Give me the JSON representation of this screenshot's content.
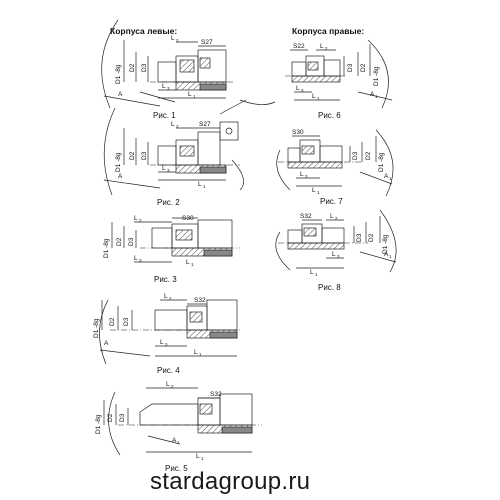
{
  "headers": {
    "left": "Корпуса левые:",
    "right": "Корпуса правые:"
  },
  "figures": [
    {
      "caption": "Рис. 1",
      "labels": [
        "L2",
        "S27",
        "D1 -8g",
        "D2",
        "D3",
        "L3",
        "L1",
        "A"
      ]
    },
    {
      "caption": "Рис. 2",
      "labels": [
        "L2",
        "S27",
        "D1 -8g",
        "D2",
        "D3",
        "L3",
        "L1",
        "A"
      ]
    },
    {
      "caption": "Рис. 3",
      "labels": [
        "L2",
        "S30",
        "D1 -8g",
        "D2",
        "D3",
        "L3",
        "L1"
      ]
    },
    {
      "caption": "Рис. 4",
      "labels": [
        "L2",
        "S32",
        "D1 -8g",
        "D2",
        "D3",
        "L3",
        "L1",
        "A"
      ]
    },
    {
      "caption": "Рис. 5",
      "labels": [
        "L2",
        "S32",
        "D1 -8g",
        "D2",
        "D3",
        "A1",
        "L1"
      ]
    },
    {
      "caption": "Рис. 6",
      "labels": [
        "S22",
        "L2",
        "D3",
        "D2",
        "D1 -8g",
        "L3",
        "L1",
        "A1"
      ]
    },
    {
      "caption": "Рис. 7",
      "labels": [
        "S30",
        "D3",
        "D2",
        "D1 -8g",
        "L3",
        "L1",
        "A1"
      ]
    },
    {
      "caption": "Рис. 8",
      "labels": [
        "S32",
        "L2",
        "D3",
        "D2",
        "D1 -8g",
        "L3",
        "L1",
        "A1"
      ]
    }
  ],
  "footer": "stardagroup.ru"
}
